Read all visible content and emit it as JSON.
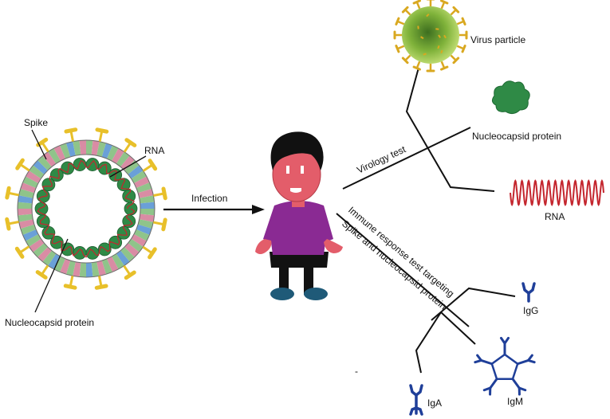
{
  "labels": {
    "spike": "Spike",
    "rna_left": "RNA",
    "nucleocapsid_left": "Nucleocapsid protein",
    "infection": "Infection",
    "virology_test": "Virology test",
    "virus_particle": "Virus particle",
    "nucleocapsid_right": "Nucleocapsid protein",
    "rna_right": "RNA",
    "immune_line1": "Immune response test targeting",
    "immune_line2": "Spike and nucleocapsid protein",
    "igg": "IgG",
    "igm": "IgM",
    "iga": "IgA",
    "dash": "-"
  },
  "colors": {
    "outline": "#111111",
    "membrane_green": "#8fc48a",
    "membrane_pink": "#d98ca4",
    "membrane_blue": "#6aa0d8",
    "spike_yellow": "#e8c02a",
    "protein_green": "#2f8a46",
    "rna_red": "#c4262e",
    "skin": "#e35d6a",
    "hair": "#111111",
    "shirt": "#8a2a93",
    "pants": "#121212",
    "shoes": "#1f5a78",
    "virus_green": "#8ec43a",
    "virus_dark": "#3c6a1e",
    "antibody_blue": "#1f3f99"
  }
}
